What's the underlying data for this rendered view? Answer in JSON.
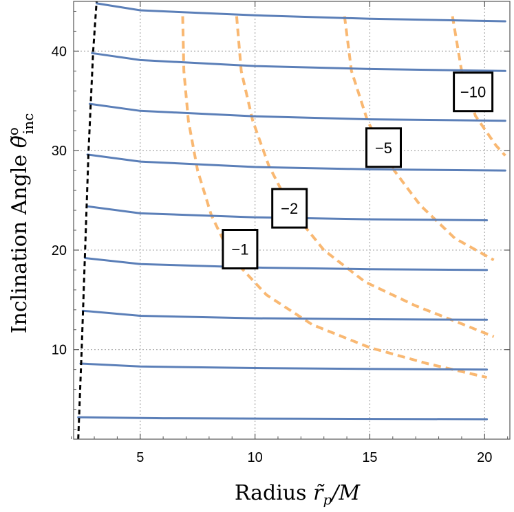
{
  "chart_data": {
    "type": "line",
    "xlabel": "Radius r̃p/M",
    "ylabel": "Inclination Angle θ̃°inc",
    "xlim": [
      2.1,
      21.1
    ],
    "ylim": [
      1,
      45
    ],
    "x_ticks": [
      {
        "value": 5,
        "label": "5"
      },
      {
        "value": 10,
        "label": "10"
      },
      {
        "value": 15,
        "label": "15"
      },
      {
        "value": 20,
        "label": "20"
      }
    ],
    "y_ticks": [
      {
        "value": 10,
        "label": "10"
      },
      {
        "value": 20,
        "label": "20"
      },
      {
        "value": 30,
        "label": "30"
      },
      {
        "value": 40,
        "label": "40"
      }
    ],
    "grid": true,
    "colors": {
      "solid": "#5b7fb8",
      "dashed": "#f9b872",
      "boundary": "#000000",
      "grid": "#a8a8a8",
      "frame": "#555555"
    },
    "solid_series": [
      {
        "points": [
          [
            2.3,
            3.2
          ],
          [
            6,
            3.1
          ],
          [
            12,
            3.05
          ],
          [
            20.1,
            3.0
          ]
        ]
      },
      {
        "points": [
          [
            2.4,
            8.6
          ],
          [
            5,
            8.3
          ],
          [
            10,
            8.15
          ],
          [
            15,
            8.05
          ],
          [
            20.1,
            8.0
          ]
        ]
      },
      {
        "points": [
          [
            2.5,
            13.9
          ],
          [
            5,
            13.4
          ],
          [
            10,
            13.15
          ],
          [
            15,
            13.05
          ],
          [
            20.1,
            13.0
          ]
        ]
      },
      {
        "points": [
          [
            2.6,
            19.2
          ],
          [
            5,
            18.6
          ],
          [
            10,
            18.25
          ],
          [
            15,
            18.08
          ],
          [
            20.1,
            18.0
          ]
        ]
      },
      {
        "points": [
          [
            2.7,
            24.4
          ],
          [
            5,
            23.7
          ],
          [
            10,
            23.3
          ],
          [
            15,
            23.1
          ],
          [
            20.1,
            23.0
          ]
        ]
      },
      {
        "points": [
          [
            2.7,
            29.6
          ],
          [
            5,
            28.9
          ],
          [
            10,
            28.35
          ],
          [
            15,
            28.12
          ],
          [
            20.9,
            28.0
          ]
        ]
      },
      {
        "points": [
          [
            2.8,
            34.7
          ],
          [
            5,
            34.0
          ],
          [
            10,
            33.45
          ],
          [
            15,
            33.15
          ],
          [
            20.9,
            33.0
          ]
        ]
      },
      {
        "points": [
          [
            2.9,
            39.8
          ],
          [
            5,
            39.1
          ],
          [
            10,
            38.5
          ],
          [
            15,
            38.2
          ],
          [
            20.9,
            38.0
          ]
        ]
      },
      {
        "points": [
          [
            3.1,
            44.8
          ],
          [
            5,
            44.1
          ],
          [
            10,
            43.6
          ],
          [
            15,
            43.25
          ],
          [
            20.9,
            43.0
          ]
        ]
      }
    ],
    "dashed_series": [
      {
        "label": "−1",
        "points": [
          [
            6.85,
            43.5
          ],
          [
            6.9,
            38
          ],
          [
            7.1,
            33
          ],
          [
            7.5,
            28
          ],
          [
            8.1,
            23.5
          ],
          [
            9,
            19.2
          ],
          [
            10.5,
            15.5
          ],
          [
            12.5,
            12.5
          ],
          [
            15,
            10.2
          ],
          [
            17.5,
            8.6
          ],
          [
            20.1,
            7.2
          ]
        ]
      },
      {
        "label": "−2",
        "points": [
          [
            9.2,
            43.5
          ],
          [
            9.4,
            38
          ],
          [
            9.9,
            33
          ],
          [
            10.6,
            28.5
          ],
          [
            11.6,
            24
          ],
          [
            13,
            20
          ],
          [
            14.8,
            16.8
          ],
          [
            17,
            14.4
          ],
          [
            19,
            12.6
          ],
          [
            20.4,
            11.3
          ]
        ]
      },
      {
        "label": "−5",
        "points": [
          [
            13.9,
            43.5
          ],
          [
            14.2,
            38
          ],
          [
            14.9,
            33
          ],
          [
            15.9,
            28.5
          ],
          [
            17.2,
            24.5
          ],
          [
            18.7,
            21.2
          ],
          [
            20.4,
            19
          ]
        ]
      },
      {
        "label": "−10",
        "points": [
          [
            18.6,
            43.5
          ],
          [
            19.0,
            38
          ],
          [
            19.6,
            33.5
          ],
          [
            20.5,
            30.5
          ],
          [
            20.9,
            29.5
          ]
        ]
      }
    ],
    "boundary_series": {
      "points": [
        [
          2.3,
          1.0
        ],
        [
          2.45,
          10
        ],
        [
          2.6,
          20
        ],
        [
          2.75,
          30
        ],
        [
          2.95,
          40
        ],
        [
          3.1,
          45
        ]
      ]
    },
    "contour_labels": [
      {
        "text": "−1",
        "x": 9.35,
        "y": 20.1
      },
      {
        "text": "−2",
        "x": 11.5,
        "y": 24.2
      },
      {
        "text": "−5",
        "x": 15.6,
        "y": 30.3
      },
      {
        "text": "−10",
        "x": 19.5,
        "y": 35.9
      }
    ]
  }
}
